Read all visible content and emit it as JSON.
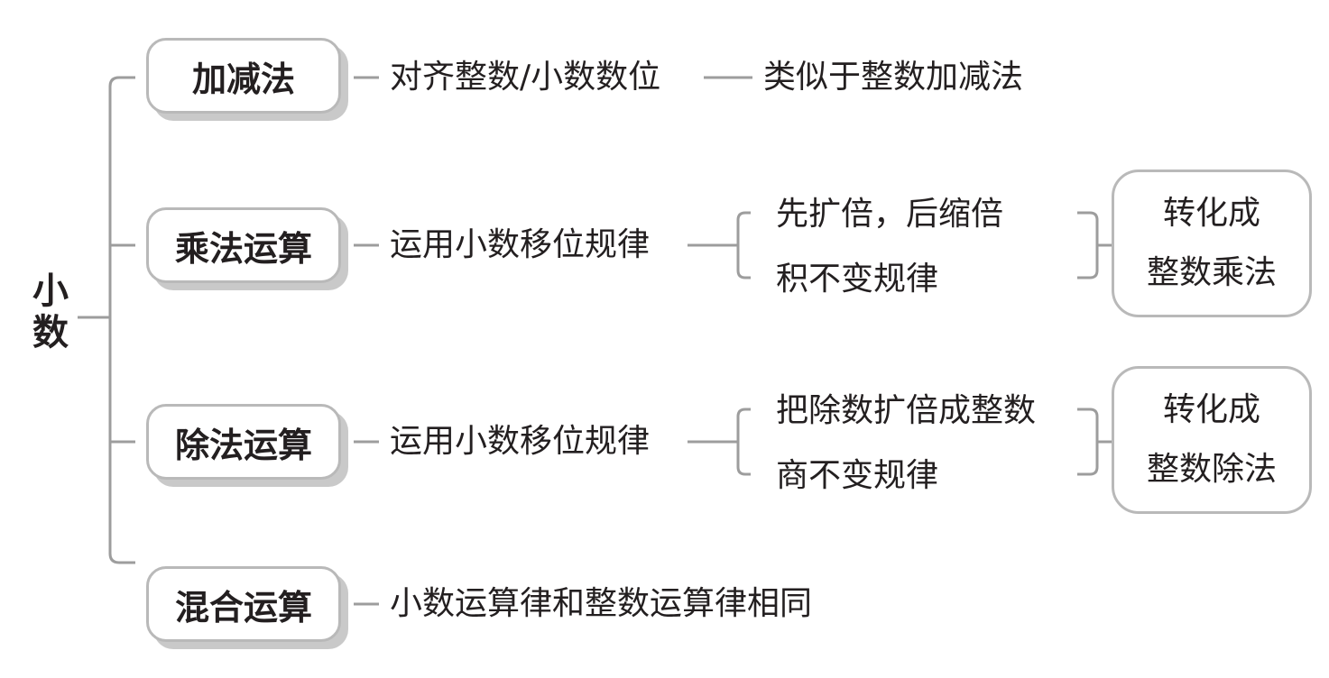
{
  "root": [
    "小",
    "数"
  ],
  "branches": [
    {
      "label": "加减法",
      "step": "对齐整数/小数数位",
      "result": "类似于整数加减法"
    },
    {
      "label": "乘法运算",
      "step": "运用小数移位规律",
      "subs": [
        "先扩倍，后缩倍",
        "积不变规律"
      ],
      "conclusion": [
        "转化成",
        "整数乘法"
      ]
    },
    {
      "label": "除法运算",
      "step": "运用小数移位规律",
      "subs": [
        "把除数扩倍成整数",
        "商不变规律"
      ],
      "conclusion": [
        "转化成",
        "整数除法"
      ]
    },
    {
      "label": "混合运算",
      "step": "小数运算律和整数运算律相同"
    }
  ],
  "colors": {
    "line": "#9d9d9d",
    "box_border": "#b9b9b9",
    "box_shadow": "#c9c9c9",
    "text": "#231f20"
  }
}
